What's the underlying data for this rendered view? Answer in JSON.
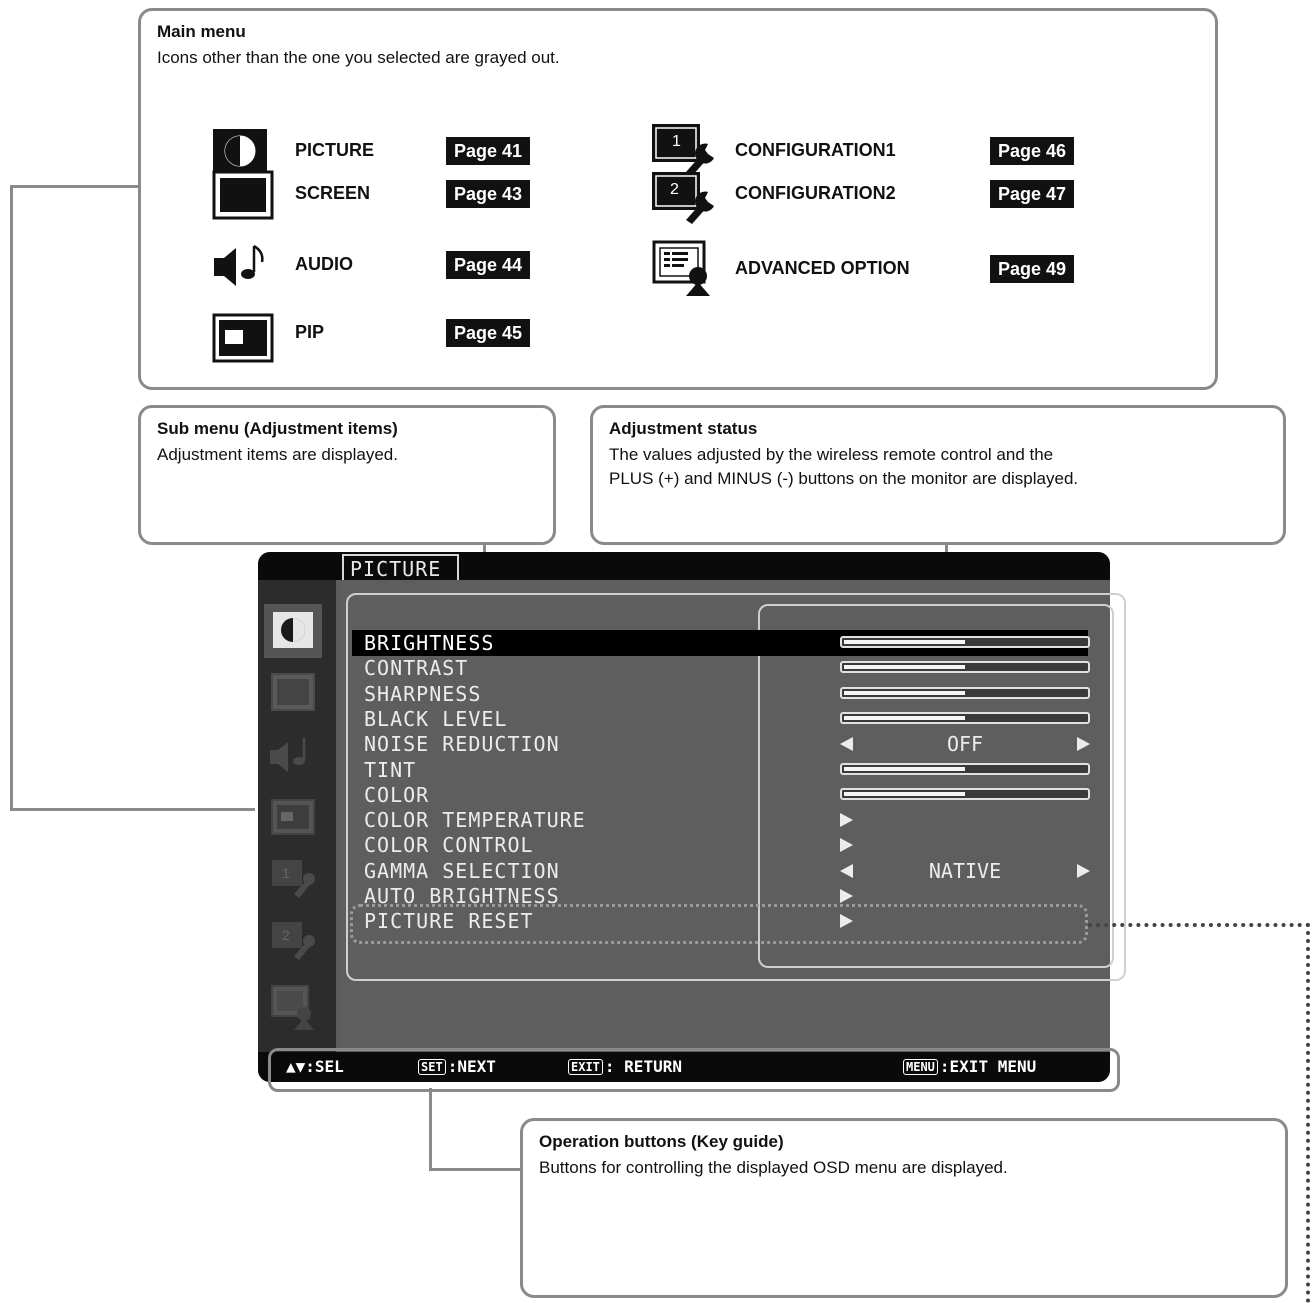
{
  "main_menu": {
    "title": "Main menu",
    "description": "Icons other than the one you selected are grayed out.",
    "items": [
      {
        "label": "PICTURE",
        "page": "Page 41",
        "icon": "picture-icon"
      },
      {
        "label": "SCREEN",
        "page": "Page 43",
        "icon": "screen-icon"
      },
      {
        "label": "AUDIO",
        "page": "Page 44",
        "icon": "audio-icon"
      },
      {
        "label": "PIP",
        "page": "Page 45",
        "icon": "pip-icon"
      },
      {
        "label": "CONFIGURATION1",
        "page": "Page 46",
        "icon": "configuration1-icon"
      },
      {
        "label": "CONFIGURATION2",
        "page": "Page 47",
        "icon": "configuration2-icon"
      },
      {
        "label": "ADVANCED OPTION",
        "page": "Page 49",
        "icon": "advanced-option-icon"
      }
    ]
  },
  "sub_menu": {
    "title": "Sub menu (Adjustment items)",
    "description": "Adjustment items are displayed."
  },
  "adjustment_status": {
    "title": "Adjustment status",
    "description_line1": "The values adjusted by the wireless remote control and the",
    "description_line2": "PLUS (+) and MINUS (-) buttons on the monitor are displayed."
  },
  "operation_buttons": {
    "title": "Operation buttons (Key guide)",
    "description": "Buttons for controlling the displayed OSD menu are displayed."
  },
  "osd": {
    "title": "PICTURE",
    "items": [
      {
        "label": "BRIGHTNESS",
        "control": "slider",
        "level": 0.5,
        "selected": true
      },
      {
        "label": "CONTRAST",
        "control": "slider",
        "level": 0.5
      },
      {
        "label": "SHARPNESS",
        "control": "slider",
        "level": 0.5
      },
      {
        "label": "BLACK LEVEL",
        "control": "slider",
        "level": 0.5
      },
      {
        "label": "NOISE REDUCTION",
        "control": "option",
        "value": "OFF"
      },
      {
        "label": "TINT",
        "control": "slider",
        "level": 0.5
      },
      {
        "label": "COLOR",
        "control": "slider",
        "level": 0.5
      },
      {
        "label": "COLOR TEMPERATURE",
        "control": "arrow"
      },
      {
        "label": "COLOR CONTROL",
        "control": "arrow"
      },
      {
        "label": "GAMMA SELECTION",
        "control": "option",
        "value": "NATIVE"
      },
      {
        "label": "AUTO BRIGHTNESS",
        "control": "arrow"
      },
      {
        "label": "PICTURE RESET",
        "control": "arrow"
      }
    ],
    "key_guide": {
      "sel_label": ":SEL",
      "set_key": "SET",
      "next_label": ":NEXT",
      "exit_key": "EXIT",
      "return_label": ": RETURN",
      "menu_key": "MENU",
      "exit_menu_label": ":EXIT MENU"
    }
  }
}
